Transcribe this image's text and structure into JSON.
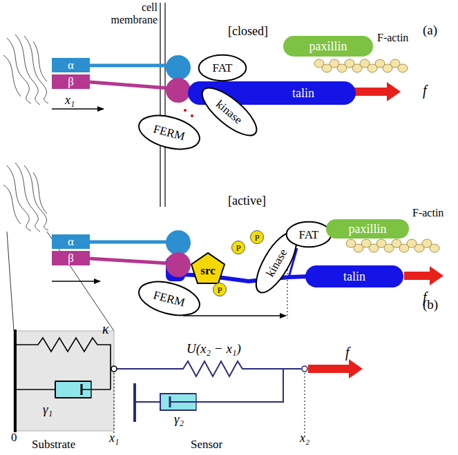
{
  "diagram": {
    "nodes": [
      {
        "text": [
          "α"
        ]
      },
      {
        "text": [
          "β"
        ]
      },
      {
        "text": [
          "FAT"
        ]
      },
      {
        "text": [
          "paxillin"
        ]
      },
      {
        "text": [
          "talin"
        ]
      },
      {
        "text": [
          "kinase"
        ]
      },
      {
        "text": [
          "FERM"
        ]
      },
      {
        "text": [
          "α"
        ]
      },
      {
        "text": [
          "β"
        ]
      },
      {
        "text": [
          "src"
        ]
      },
      {
        "text": [
          "P"
        ]
      },
      {
        "text": [
          "P"
        ]
      },
      {
        "text": [
          "P"
        ]
      },
      {
        "text": [
          "kinase"
        ]
      },
      {
        "text": [
          "FAT"
        ]
      },
      {
        "text": [
          "paxillin"
        ]
      },
      {
        "text": [
          "talin"
        ]
      },
      {
        "text": [
          "FERM"
        ]
      }
    ],
    "labels": [
      "cell membrane",
      "(a)",
      "[closed]",
      "F-actin",
      "f",
      "x₁",
      "[active]",
      "F-actin",
      "f",
      "(b)",
      "κ",
      "γ₁",
      "U(x₂ − x₁)",
      "f",
      "0",
      "x₁",
      "x₂",
      "Substrate",
      "Sensor",
      "γ₂"
    ]
  }
}
